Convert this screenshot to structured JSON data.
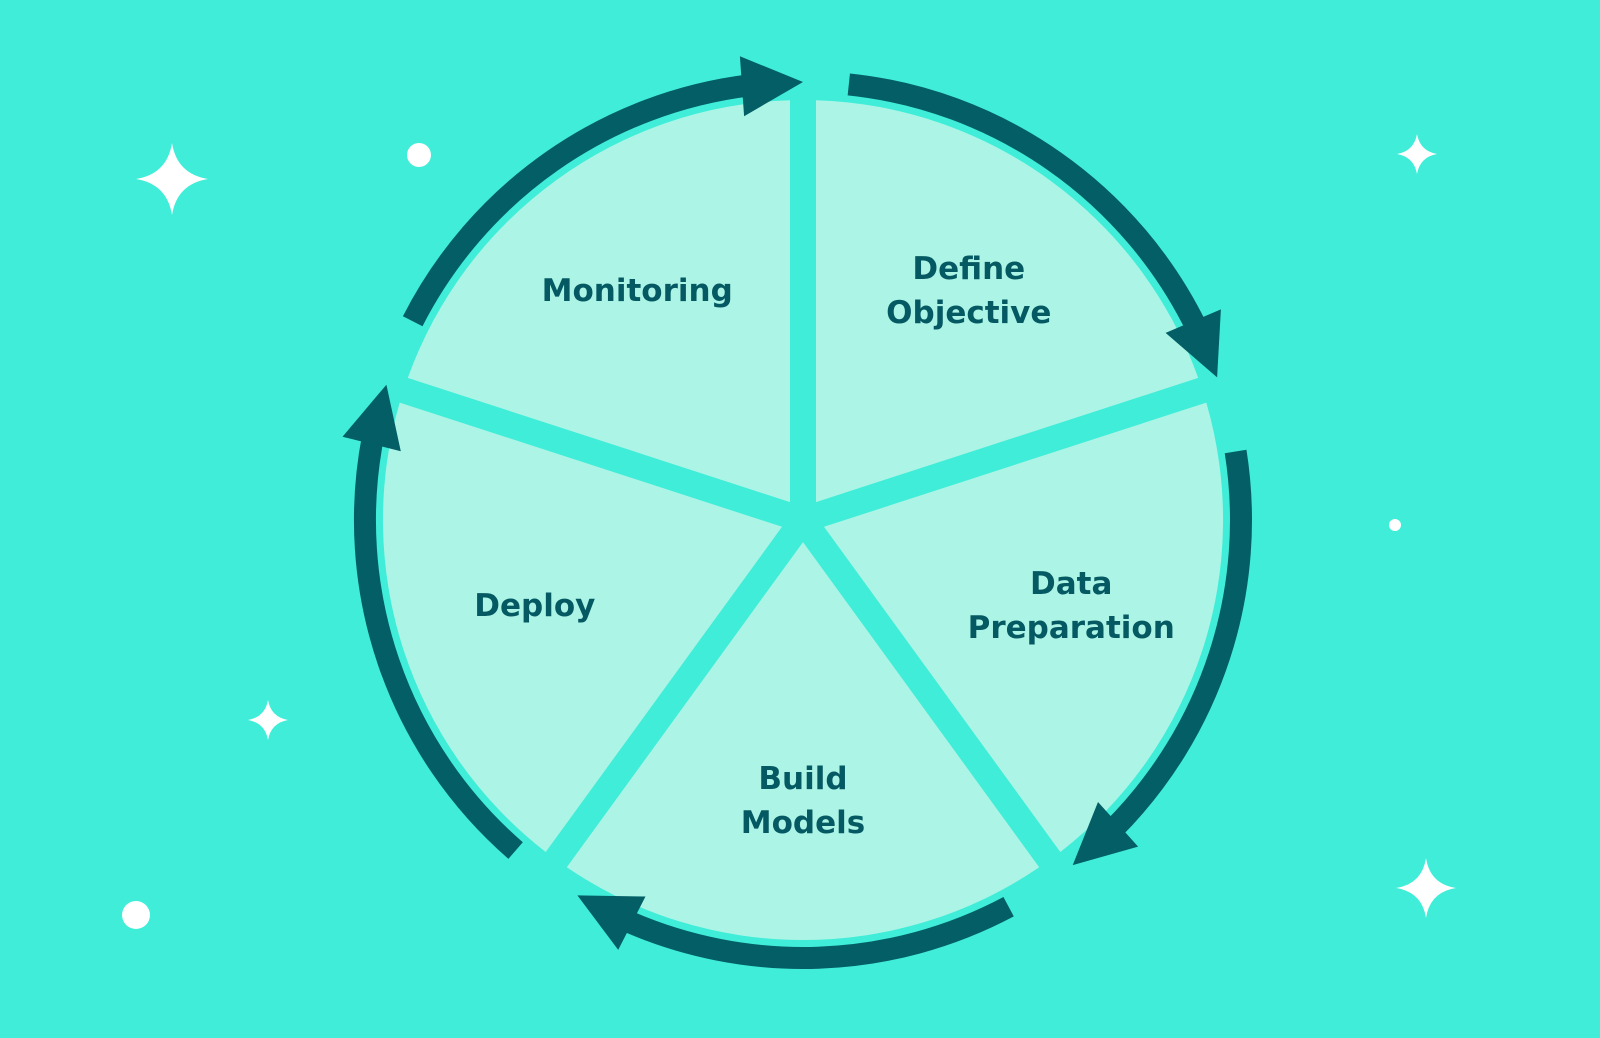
{
  "colors": {
    "background": "#40EDD8",
    "segment_fill": "#ACF5E6",
    "arrow": "#035E66",
    "label": "#045962",
    "sparkle": "#FFFFFF"
  },
  "cycle": {
    "stages": [
      {
        "id": "define-objective",
        "lines": [
          "Define",
          "Objective"
        ]
      },
      {
        "id": "data-preparation",
        "lines": [
          "Data",
          "Preparation"
        ]
      },
      {
        "id": "build-models",
        "lines": [
          "Build",
          "Models"
        ]
      },
      {
        "id": "deploy",
        "lines": [
          "Deploy"
        ]
      },
      {
        "id": "monitoring",
        "lines": [
          "Monitoring"
        ]
      }
    ],
    "direction": "clockwise"
  },
  "decorations": {
    "sparkle_icon": "four-point-star",
    "dot_icon": "circle"
  }
}
